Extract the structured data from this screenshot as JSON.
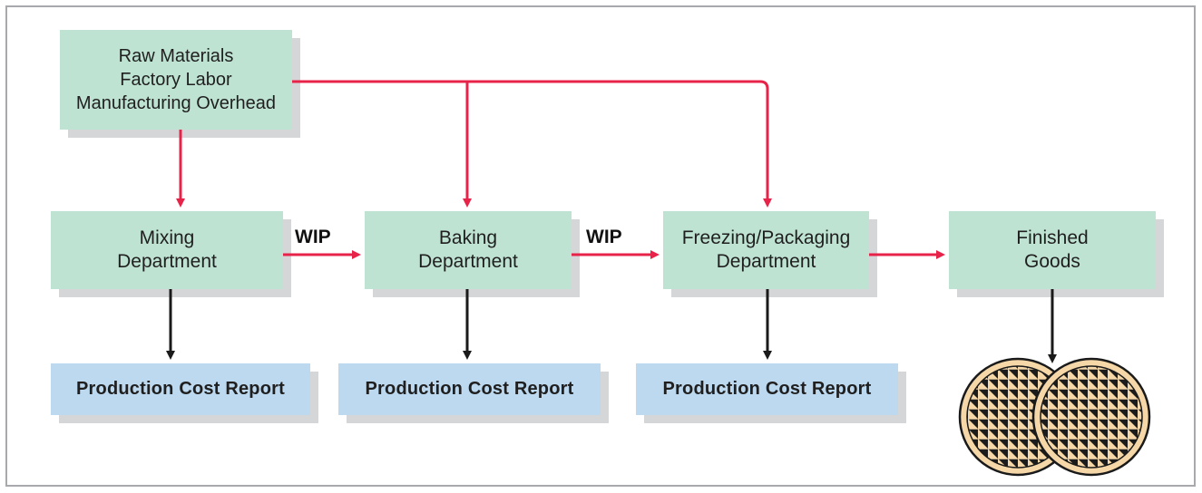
{
  "source_box": {
    "lines": [
      "Raw Materials",
      "Factory Labor",
      "Manufacturing Overhead"
    ]
  },
  "departments": [
    {
      "line1": "Mixing",
      "line2": "Department"
    },
    {
      "line1": "Baking",
      "line2": "Department"
    },
    {
      "line1": "Freezing/Packaging",
      "line2": "Department"
    }
  ],
  "finished_goods": {
    "line1": "Finished",
    "line2": "Goods"
  },
  "wip_labels": [
    "WIP",
    "WIP"
  ],
  "reports": [
    "Production Cost Report",
    "Production Cost Report",
    "Production Cost Report"
  ],
  "colors": {
    "cost_flow_arrow": "#e8234a",
    "report_arrow": "#1a1a1a",
    "department_fill": "#bfe3d3",
    "report_fill": "#bcd9f0",
    "waffle_fill": "#f5d7a8"
  },
  "icons": {
    "finished_product": "waffle-icon"
  }
}
